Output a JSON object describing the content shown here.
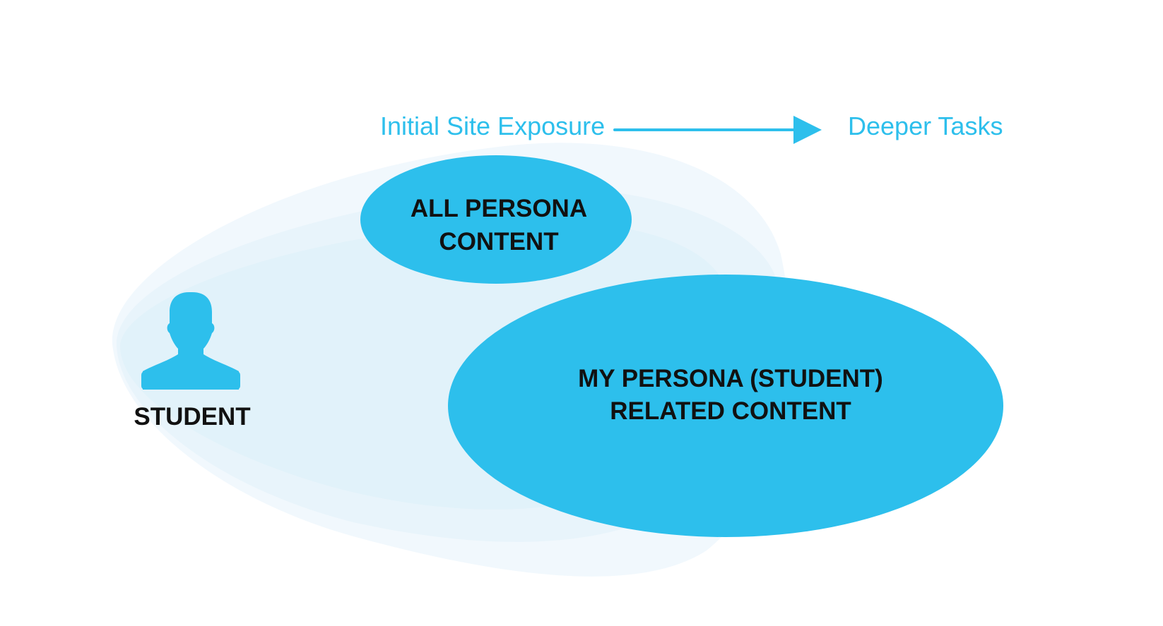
{
  "flow": {
    "start_label": "Initial Site Exposure",
    "end_label": "Deeper Tasks"
  },
  "bubbles": {
    "all_persona": {
      "line1": "ALL PERSONA",
      "line2": "CONTENT"
    },
    "my_persona": {
      "line1": "MY PERSONA (STUDENT)",
      "line2": "RELATED CONTENT"
    }
  },
  "persona": {
    "label": "STUDENT",
    "icon": "user-silhouette-icon"
  },
  "colors": {
    "accent": "#2DBFEC",
    "halo_outer": "#F1F8FD",
    "halo_mid": "#E8F4FB",
    "halo_inner": "#E1F2FA",
    "text_dark": "#111111"
  }
}
